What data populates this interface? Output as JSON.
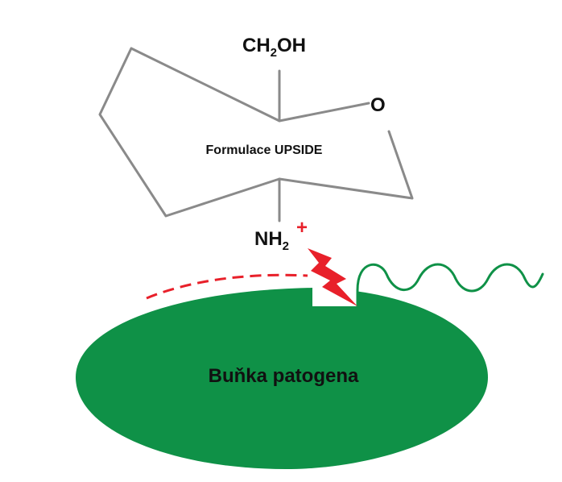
{
  "colors": {
    "ring_stroke": "#8a8a8a",
    "text": "#111111",
    "cell_fill": "#0f9147",
    "wave_stroke": "#0f9147",
    "charge": "#e8202a",
    "lightning": "#e8202a",
    "dashed_line": "#e8202a"
  },
  "molecule": {
    "top_group": {
      "main": "CH",
      "subscript": "2",
      "tail": "OH"
    },
    "ring_oxygen": "O",
    "name": "Formulace UPSIDE",
    "amine": {
      "main": "NH",
      "subscript": "2",
      "charge": "+"
    }
  },
  "cell": {
    "label": "Buňka patogena"
  },
  "icons": {
    "lightning": "lightning-bolt-icon"
  }
}
